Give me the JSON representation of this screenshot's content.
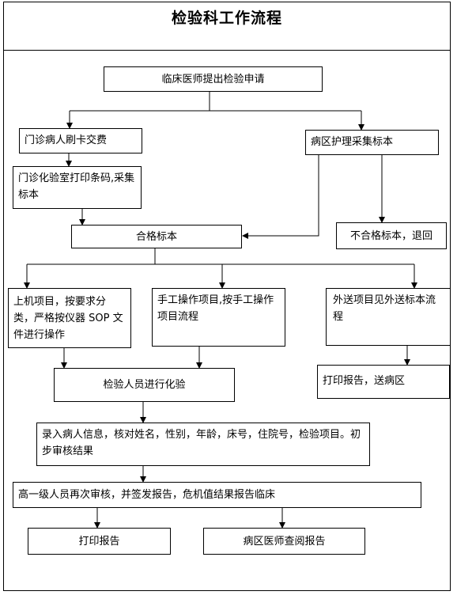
{
  "title": "检验科工作流程",
  "nodes": {
    "clinician_request": "临床医师提出检验申请",
    "outpatient_card": "门诊病人刷卡交费",
    "ward_collect": "病区护理采集标本",
    "outpatient_print": "门诊化验室打印条码,采集标本",
    "qualified": "合格标本",
    "unqualified": "不合格标本，退回",
    "machine_items": "上机项目，按要求分类，严格按仪器 SOP 文件进行操作",
    "manual_items": "手工操作项目,按手工操作项目流程",
    "external_items": "外送项目见外送标本流程",
    "lab_test": "检验人员进行化验",
    "print_send": "打印报告，送病区",
    "enter_info": "录入病人信息，核对姓名，性别，年龄，床号，住院号，检验项目。初步审核结果",
    "senior_review": "高一级人员再次审核，并签发报告，危机值结果报告临床",
    "print_report": "打印报告",
    "ward_doctor": "病区医师查阅报告"
  }
}
